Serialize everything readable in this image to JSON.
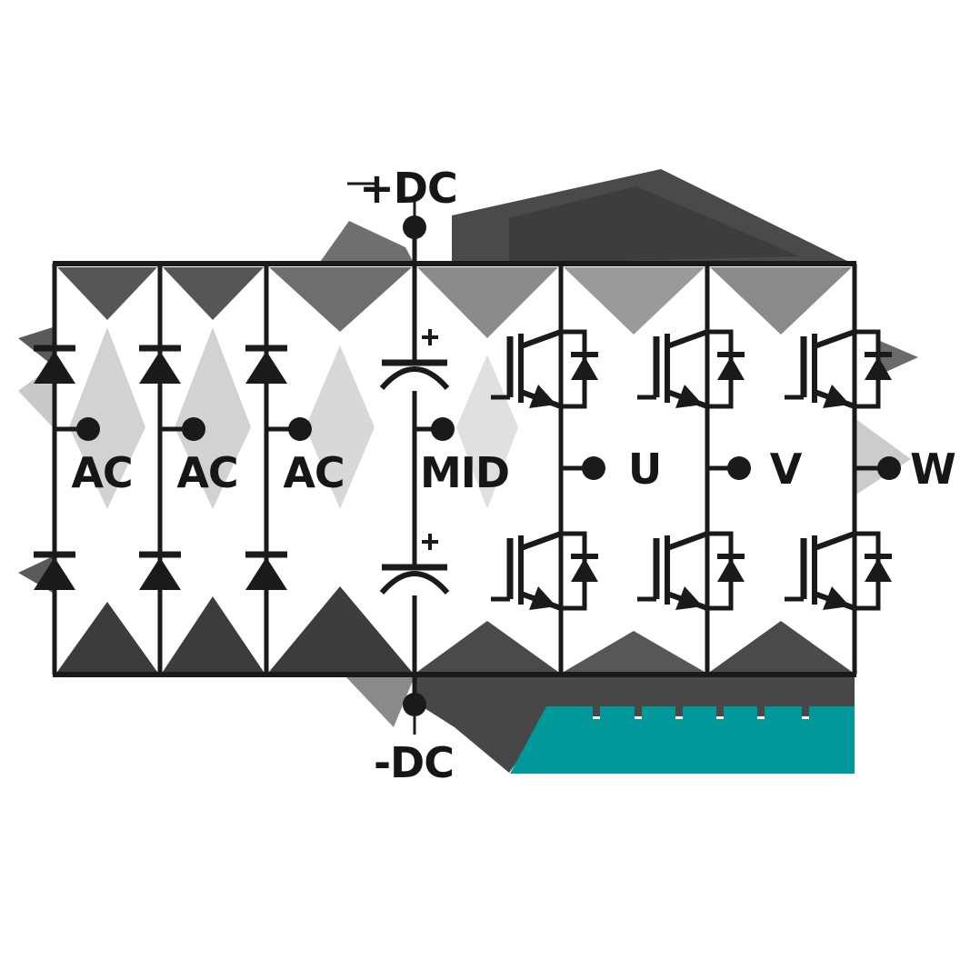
{
  "terminals": {
    "dc_plus": "+DC",
    "dc_minus": "-DC",
    "mid": "MID",
    "ac_inputs": [
      "AC",
      "AC",
      "AC"
    ],
    "phase_outputs": [
      "U",
      "V",
      "W"
    ]
  },
  "logo": {
    "color": "#009898"
  },
  "colors": {
    "line": "#1a1a1a",
    "artifact_dark": "#474747"
  }
}
